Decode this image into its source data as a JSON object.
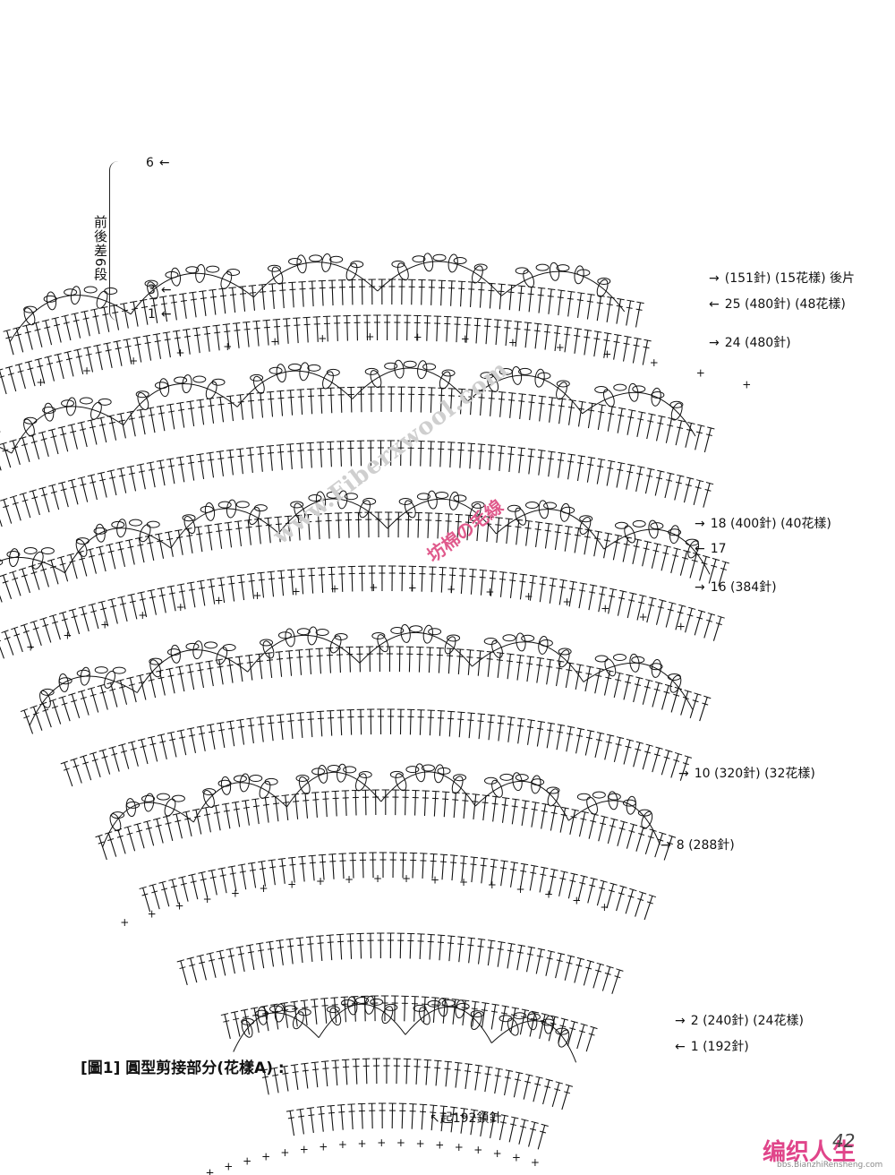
{
  "side_note": "前後差6段",
  "left_rows": [
    {
      "id": "l6",
      "text": "6"
    },
    {
      "id": "l3",
      "text": "3"
    },
    {
      "id": "l1",
      "text": "1"
    }
  ],
  "right_rows": [
    {
      "id": "r_top",
      "text": "(151針) (15花樣) 後片"
    },
    {
      "id": "r25",
      "text": "25 (480針) (48花樣)"
    },
    {
      "id": "r24",
      "text": "24 (480針)"
    },
    {
      "id": "r18",
      "text": "18 (400針) (40花樣)"
    },
    {
      "id": "r17",
      "text": "17"
    },
    {
      "id": "r16",
      "text": "16 (384針)"
    },
    {
      "id": "r10",
      "text": "10 (320針) (32花樣)"
    },
    {
      "id": "r8",
      "text": "8 (288針)"
    },
    {
      "id": "r2",
      "text": "2 (240針) (24花樣)"
    },
    {
      "id": "r1",
      "text": "1 (192針)"
    }
  ],
  "caption": "[圖1] 圓型剪接部分(花樣A) :",
  "start_note": "起192鎖針",
  "watermark_en": "www.Fiberxwool.com",
  "watermark_cn": "坊棉の毛線",
  "logo_text": "编织人生",
  "logo_url": "bbs.BianzhiRensheng.com",
  "page_number": "42",
  "colors": {
    "ink": "#111111",
    "watermark_pink": "#e05a8c",
    "logo_pink": "#e0458a"
  }
}
